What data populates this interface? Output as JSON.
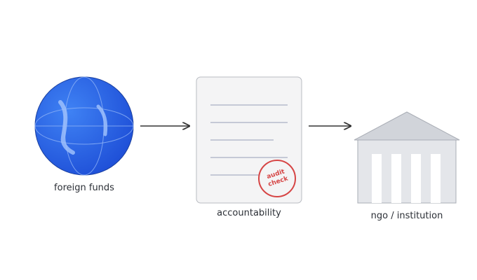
{
  "nodes": {
    "source": {
      "label": "foreign funds"
    },
    "document": {
      "label": "accountability",
      "stamp_line1": "audit",
      "stamp_line2": "check"
    },
    "target": {
      "label": "ngo / institution"
    }
  },
  "colors": {
    "globe_light": "#3b7bf0",
    "globe_dark": "#1f4fd8",
    "paper": "#f4f4f5",
    "paper_border": "#b9bcc2",
    "text_line": "#c5c9d6",
    "stamp": "#d64545",
    "building": "#e4e6ea",
    "roof": "#d1d4da",
    "column": "#ffffff",
    "arrow": "#333333",
    "text": "#2b2f36"
  },
  "icons": {
    "source": "globe-icon",
    "document": "document-icon",
    "target": "institution-building-icon"
  }
}
